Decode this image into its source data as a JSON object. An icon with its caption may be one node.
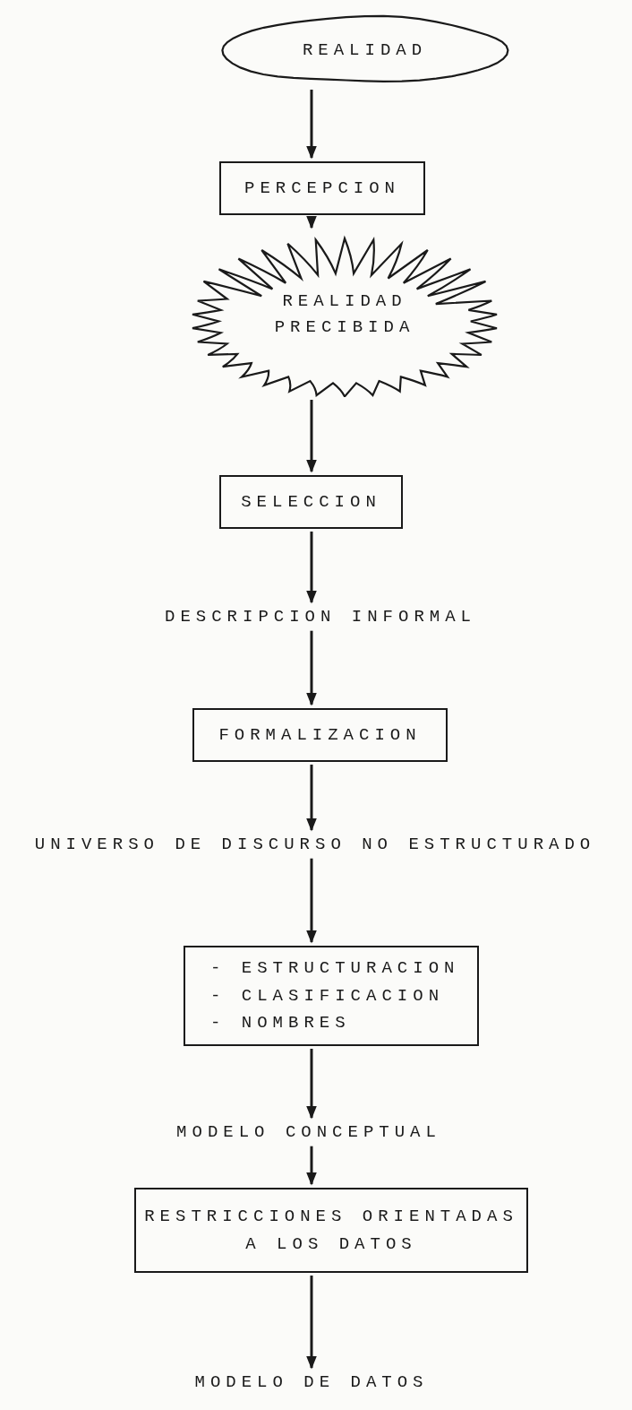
{
  "diagram": {
    "nodes": [
      {
        "text": [
          "REALIDAD"
        ]
      },
      {
        "text": [
          "PERCEPCION"
        ]
      },
      {
        "text": [
          "REALIDAD PRECIBIDA"
        ]
      },
      {
        "text": [
          "SELECCION"
        ]
      },
      {
        "text": [
          "DESCRIPCION INFORMAL"
        ]
      },
      {
        "text": [
          "FORMALIZACION"
        ]
      },
      {
        "text": [
          "UNIVERSO DE DISCURSO NO ESTRUCTURADO"
        ]
      },
      {
        "text": [
          "- ESTRUCTURACION",
          "- CLASIFICACION",
          "- NOMBRES"
        ]
      },
      {
        "text": [
          "MODELO CONCEPTUAL"
        ]
      },
      {
        "text": [
          "RESTRICCIONES ORIENTADAS A LOS DATOS"
        ]
      },
      {
        "text": [
          "MODELO DE DATOS"
        ]
      }
    ],
    "edges": [
      {
        "from": 0,
        "to": 1,
        "arrow": "to"
      },
      {
        "from": 1,
        "to": 2,
        "arrow": "to"
      },
      {
        "from": 2,
        "to": 3,
        "arrow": "to"
      },
      {
        "from": 3,
        "to": 4,
        "arrow": "to"
      },
      {
        "from": 4,
        "to": 5,
        "arrow": "to"
      },
      {
        "from": 5,
        "to": 6,
        "arrow": "to"
      },
      {
        "from": 6,
        "to": 7,
        "arrow": "to"
      },
      {
        "from": 7,
        "to": 8,
        "arrow": "to"
      },
      {
        "from": 8,
        "to": 9,
        "arrow": "to"
      },
      {
        "from": 9,
        "to": 10,
        "arrow": "to"
      }
    ]
  }
}
